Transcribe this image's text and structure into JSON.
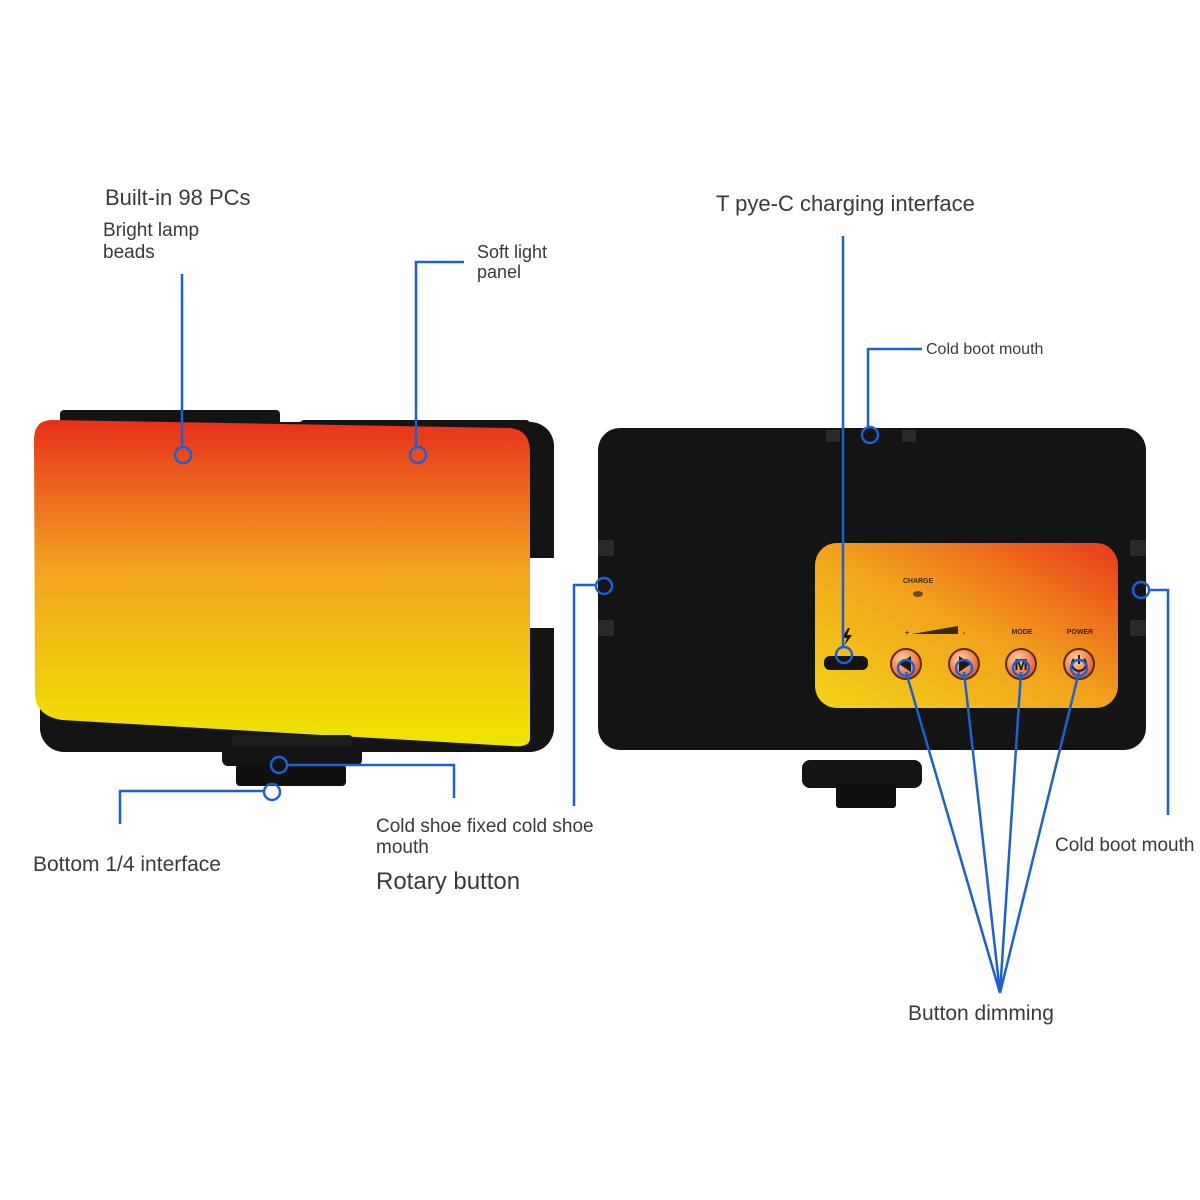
{
  "labels": {
    "builtin": "Built-in 98 PCs",
    "bright_lamp": "Bright lamp",
    "beads": "beads",
    "soft_light": "Soft light",
    "panel": "panel",
    "typec": "T pye-C charging interface",
    "cold_boot_top": "Cold boot mouth",
    "cold_boot_side": "Cold boot mouth",
    "bottom_interface": "Bottom 1/4 interface",
    "cold_shoe_fixed": "Cold shoe fixed cold shoe",
    "mouth": "mouth",
    "rotary": "Rotary button",
    "button_dimming": "Button dimming"
  },
  "control_panel": {
    "charge": "CHARGE",
    "plus": "+",
    "minus": "-",
    "mode": "MODE",
    "power": "POWER",
    "m_glyph": "M"
  },
  "colors": {
    "leader": "#1f5fd6",
    "body": "#141414",
    "gradient_top": "#e8321c",
    "gradient_mid": "#f0a020",
    "gradient_bottom": "#eee000"
  }
}
